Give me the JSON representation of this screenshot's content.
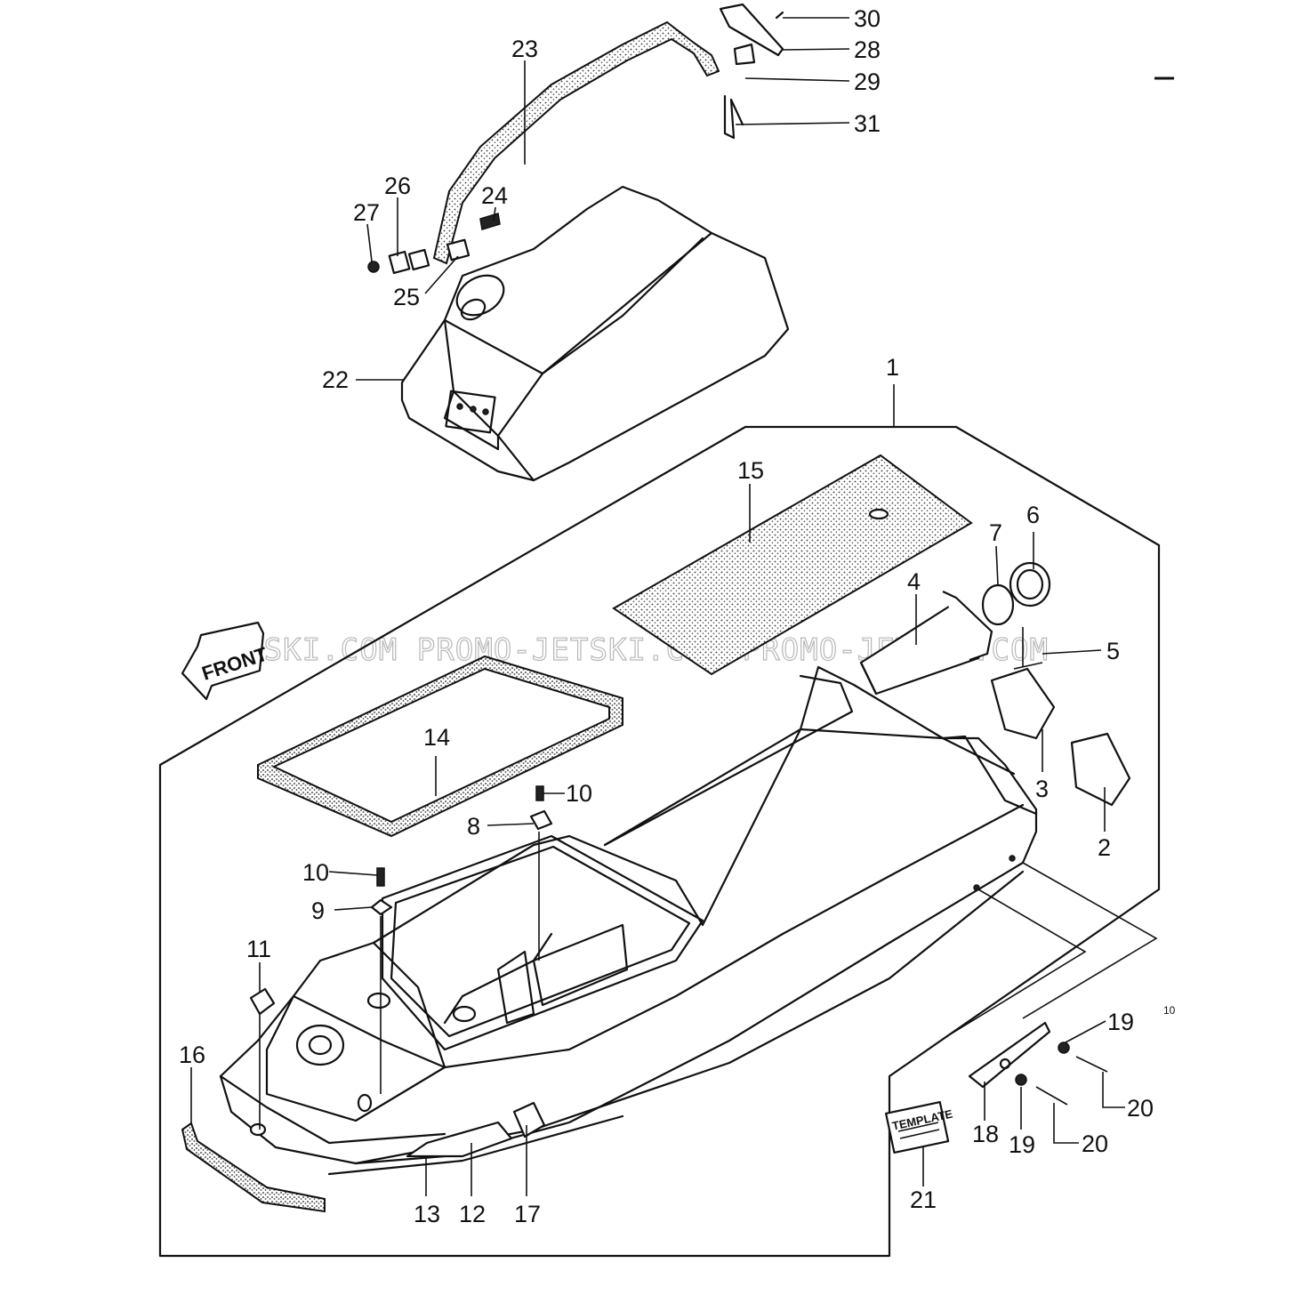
{
  "watermark": "JETSKI.COM  PROMO-JETSKI.COM  PROMO-JETSKI.COM",
  "front_label": "FRONT",
  "template_label": "TEMPLATE",
  "corner_mark": "10",
  "callouts": {
    "c1": "1",
    "c2": "2",
    "c3": "3",
    "c4": "4",
    "c5": "5",
    "c6": "6",
    "c7": "7",
    "c8": "8",
    "c9": "9",
    "c10a": "10",
    "c10b": "10",
    "c11": "11",
    "c12": "12",
    "c13": "13",
    "c14": "14",
    "c15": "15",
    "c16": "16",
    "c17": "17",
    "c18": "18",
    "c19a": "19",
    "c19b": "19",
    "c20a": "20",
    "c20b": "20",
    "c21": "21",
    "c22": "22",
    "c23": "23",
    "c24": "24",
    "c25": "25",
    "c26": "26",
    "c27": "27",
    "c28": "28",
    "c29": "29",
    "c30": "30",
    "c31": "31"
  },
  "colors": {
    "line": "#111111",
    "background": "#ffffff",
    "watermark": "#b8b8b8"
  }
}
